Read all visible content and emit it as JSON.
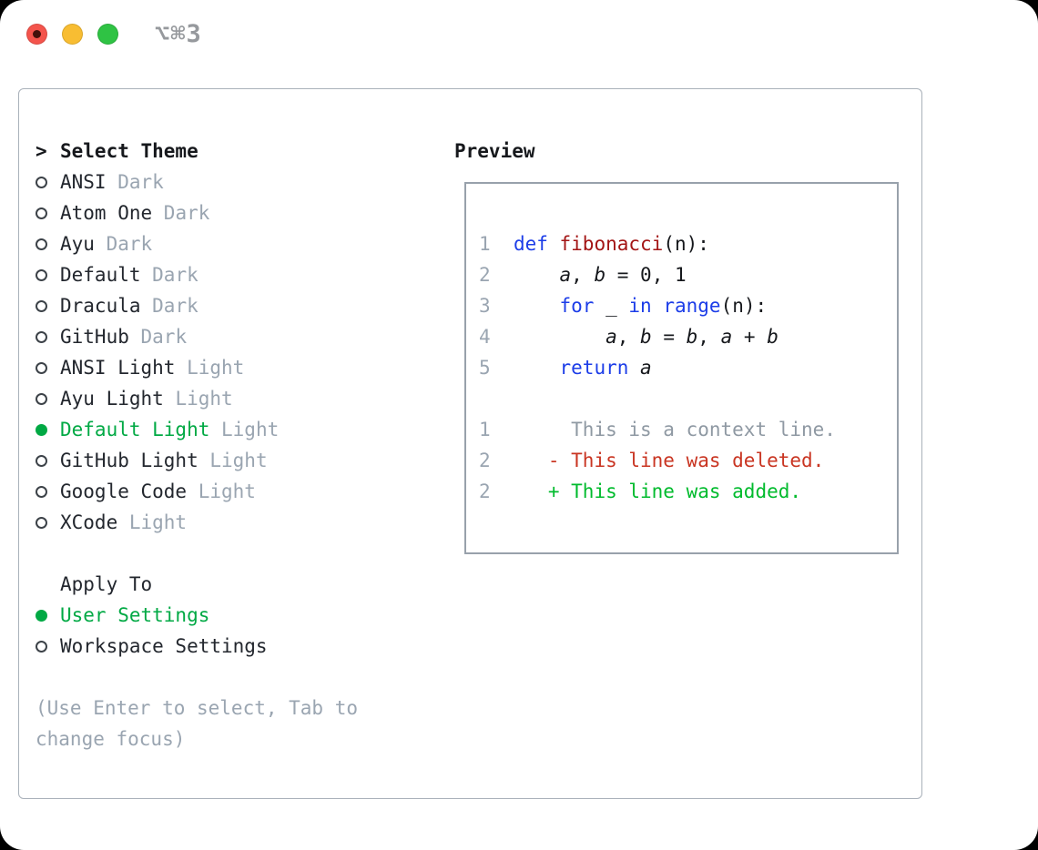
{
  "titlebar": {
    "shortcut": "⌥⌘3",
    "buttons": [
      "close",
      "minimize",
      "zoom"
    ]
  },
  "theme_selector": {
    "title_prefix": ">",
    "title": "Select Theme",
    "items": [
      {
        "name": "ANSI",
        "variant": "Dark",
        "selected": false
      },
      {
        "name": "Atom One",
        "variant": "Dark",
        "selected": false
      },
      {
        "name": "Ayu",
        "variant": "Dark",
        "selected": false
      },
      {
        "name": "Default",
        "variant": "Dark",
        "selected": false
      },
      {
        "name": "Dracula",
        "variant": "Dark",
        "selected": false
      },
      {
        "name": "GitHub",
        "variant": "Dark",
        "selected": false
      },
      {
        "name": "ANSI Light",
        "variant": "Light",
        "selected": false
      },
      {
        "name": "Ayu Light",
        "variant": "Light",
        "selected": false
      },
      {
        "name": "Default Light",
        "variant": "Light",
        "selected": true
      },
      {
        "name": "GitHub Light",
        "variant": "Light",
        "selected": false
      },
      {
        "name": "Google Code",
        "variant": "Light",
        "selected": false
      },
      {
        "name": "XCode",
        "variant": "Light",
        "selected": false
      }
    ]
  },
  "apply_to": {
    "title": "Apply To",
    "options": [
      {
        "label": "User Settings",
        "selected": true
      },
      {
        "label": "Workspace Settings",
        "selected": false
      }
    ]
  },
  "hint": {
    "line1": "(Use Enter to select, Tab to",
    "line2": "change focus)"
  },
  "preview": {
    "title": "Preview",
    "lines": [
      [
        [
          "num",
          "1  "
        ],
        [
          "kw",
          "def "
        ],
        [
          "fn",
          "fibonacci"
        ],
        [
          "pl",
          "(n):"
        ]
      ],
      [
        [
          "num",
          "2  "
        ],
        [
          "pl",
          "    "
        ],
        [
          "var",
          "a"
        ],
        [
          "pl",
          ", "
        ],
        [
          "var",
          "b"
        ],
        [
          "pl",
          " = 0, 1"
        ]
      ],
      [
        [
          "num",
          "3  "
        ],
        [
          "pl",
          "    "
        ],
        [
          "kw",
          "for"
        ],
        [
          "pl",
          " _ "
        ],
        [
          "kw",
          "in"
        ],
        [
          "pl",
          " "
        ],
        [
          "kw",
          "range"
        ],
        [
          "pl",
          "(n):"
        ]
      ],
      [
        [
          "num",
          "4  "
        ],
        [
          "pl",
          "        "
        ],
        [
          "var",
          "a"
        ],
        [
          "pl",
          ", "
        ],
        [
          "var",
          "b"
        ],
        [
          "pl",
          " = "
        ],
        [
          "var",
          "b"
        ],
        [
          "pl",
          ", "
        ],
        [
          "var",
          "a"
        ],
        [
          "pl",
          " + "
        ],
        [
          "var",
          "b"
        ]
      ],
      [
        [
          "num",
          "5  "
        ],
        [
          "pl",
          "    "
        ],
        [
          "kw",
          "return "
        ],
        [
          "var",
          "a"
        ]
      ],
      [],
      [
        [
          "num",
          "1  "
        ],
        [
          "ctx",
          "     This is a context line."
        ]
      ],
      [
        [
          "num",
          "2  "
        ],
        [
          "del",
          "   - This line was deleted."
        ]
      ],
      [
        [
          "num",
          "2  "
        ],
        [
          "add",
          "   + This line was added."
        ]
      ]
    ]
  },
  "colors": {
    "traffic_red": "#f4544c",
    "traffic_yellow": "#f8bd32",
    "traffic_green": "#2fc344",
    "title_gray": "#96999d",
    "panel_border": "#a9b1ba",
    "preview_border": "#98a1ab",
    "radio_ring": "#3c4248",
    "accent_green": "#00a944",
    "text_black": "#16181c",
    "text_dark": "#23272e",
    "text_gray": "#9aa5b1",
    "num_gray": "#9aa5b1",
    "ctx_gray": "#8f99a3",
    "kw_blue": "#1c3de8",
    "fn_red": "#a31515",
    "del_red": "#c93522",
    "add_green": "#00bb2d"
  }
}
